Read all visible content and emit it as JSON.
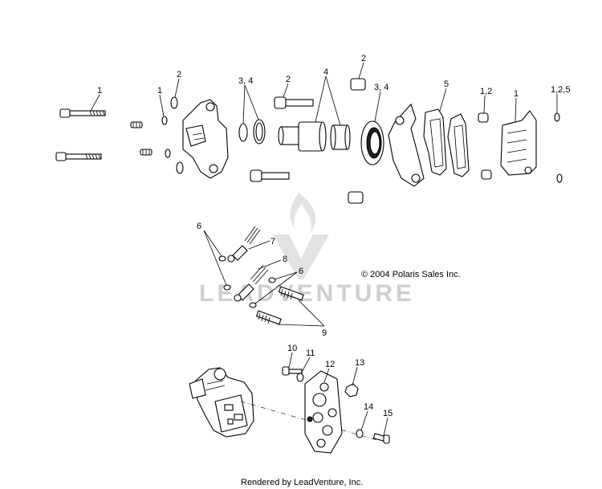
{
  "watermark": {
    "brand": "LEADVENTURE"
  },
  "copyright": "© 2004 Polaris Sales Inc.",
  "footer": "Rendered by LeadVenture, Inc.",
  "callouts": {
    "c1_bolt": "1",
    "c1_washer": "1",
    "c2_washer": "2",
    "c34_seals": "3, 4",
    "c2_pin": "2",
    "c4_pistons": "4",
    "c2_bushing": "2",
    "c34_piston": "3, 4",
    "c5_pads": "5",
    "c12_bush": "1,2",
    "c1_caliper": "1",
    "c125": "1,2,5",
    "c6_top": "6",
    "c7": "7",
    "c8": "8",
    "c6_right": "6",
    "c9": "9",
    "c10": "10",
    "c11": "11",
    "c12": "12",
    "c13": "13",
    "c14": "14",
    "c15": "15"
  }
}
